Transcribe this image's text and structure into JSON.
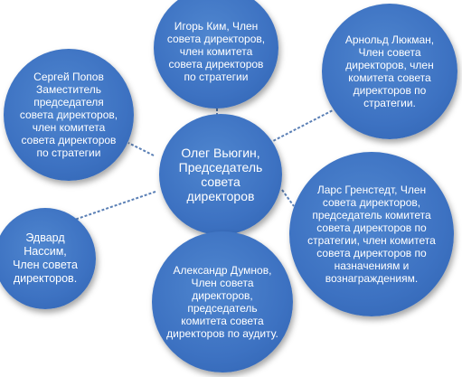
{
  "nodes": {
    "center": "Олег Вьюгин, Председатель совета директоров",
    "top": "Игорь Ким, Член совета директоров, член комитета совета директоров по стратегии",
    "top_right": "Арнольд Люкман, Член совета директоров, член комитета совета директоров по стратегии.",
    "right": "Ларс Гренстедт, Член совета директоров, председатель комитета совета директоров по стратегии, член комитета совета директоров по назначениям и вознаграждениям.",
    "bottom": "Александр Думнов, Член совета директоров, председатель комитета совета директоров по аудиту.",
    "left": "Эдвард Нассим, Член совета директоров.",
    "top_left": "Сергей Попов Заместитель председателя совета директоров, член комитета совета директоров по стратегии"
  },
  "colors": {
    "node_fill": "#3d72c2",
    "connector": "#5a7fb5"
  }
}
